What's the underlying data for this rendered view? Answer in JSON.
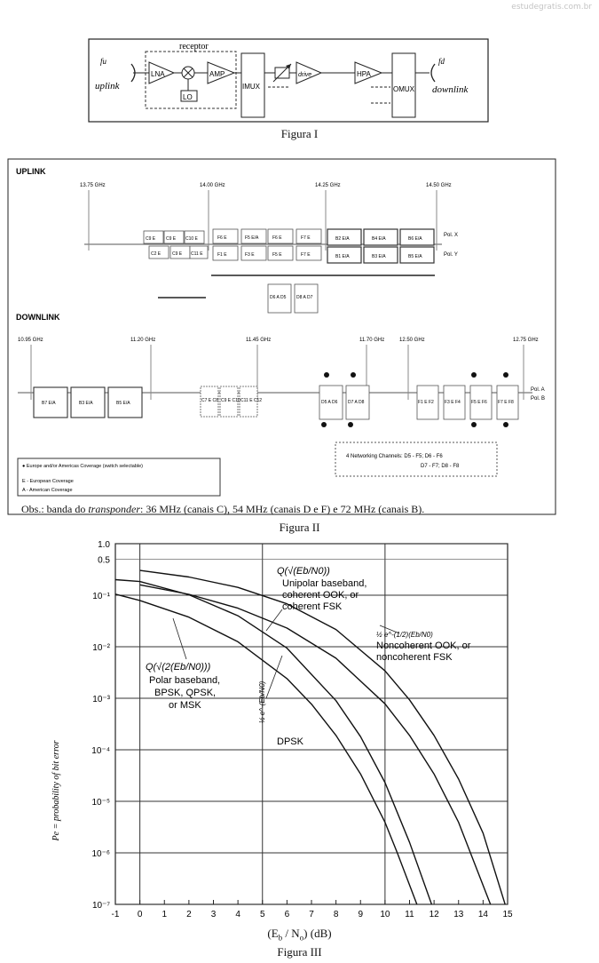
{
  "watermark": "estudegratis.com.br",
  "fig1": {
    "caption": "Figura I",
    "receptor_label": "receptor",
    "fu": "fu",
    "fd": "fd",
    "uplink": "uplink",
    "downlink": "downlink",
    "blocks": {
      "lna": "LNA",
      "amp": "AMP",
      "lo": "LO",
      "imux": "IMUX",
      "drive": "drive",
      "hpa": "HPA",
      "omux": "OMUX"
    }
  },
  "fig2": {
    "caption": "Figura II",
    "uplink_title": "UPLINK",
    "downlink_title": "DOWNLINK",
    "uplink_freqs": [
      "13.75 GHz",
      "14.00 GHz",
      "14.25 GHz",
      "14.50 GHz"
    ],
    "downlink_freqs": [
      "10.95 GHz",
      "11.20 GHz",
      "11.45 GHz",
      "11.70 GHz",
      "12.50 GHz",
      "12.75 GHz"
    ],
    "pol_x": "Pol. X",
    "pol_y": "Pol. Y",
    "pol_a": "Pol. A",
    "pol_b": "Pol. B",
    "legend": [
      "● Europe and/or Americas Coverage (switch selectable)",
      "E - European Coverage",
      "A - American Coverage"
    ],
    "networking": [
      "4 Networking Channels: D5 - F5; D6 - F6",
      "D7 - F7; D8 - F8"
    ],
    "obs_prefix": "Obs.: banda do ",
    "obs_italic": "transponder",
    "obs_suffix": ": 36 MHz (canais C), 54 MHz (canais D e F) e 72 MHz (canais B).",
    "channels": {
      "c_up_top": [
        "C9 E",
        "C9 E",
        "C10 E"
      ],
      "c_up_bot": [
        "C2 E",
        "C9 E",
        "C11 E"
      ],
      "f_top": [
        "F6 E",
        "F5 E/A",
        "F6 E",
        "F7 E"
      ],
      "f_bot": [
        "F1 E",
        "F3 E",
        "F5 E",
        "F7 E"
      ],
      "b_top": [
        "B2 E/A",
        "B4 E/A",
        "B6 E/A"
      ],
      "b_bot": [
        "B1 E/A",
        "B3 E/A",
        "B5 E/A"
      ],
      "d_mid": [
        "D6 A D5",
        "D8 A D7"
      ],
      "b_dn": [
        "B7 E/A",
        "B3 E/A",
        "B5 E/A"
      ],
      "c_dn": [
        "C7 E C8",
        "C9 E C10",
        "C11 E C12"
      ],
      "d_dn": [
        "D5 A D6",
        "D7 A D8"
      ],
      "f_dn": [
        "F1 E F2",
        "F3 E F4",
        "F5 E F6",
        "F7 E F8"
      ]
    }
  },
  "fig3": {
    "caption": "Figura III",
    "xlabel_pre": "(E",
    "xlabel_sub1": "b",
    "xlabel_mid": " / N",
    "xlabel_sub2": "o",
    "xlabel_post": ") (dB)",
    "ylabel": "Pe = probability of bit error",
    "x_ticks": [
      "-1",
      "0",
      "1",
      "2",
      "3",
      "4",
      "5",
      "6",
      "7",
      "8",
      "9",
      "10",
      "11",
      "12",
      "13",
      "14",
      "15"
    ],
    "y_ticks": [
      "1.0",
      "0.5",
      "10⁻¹",
      "10⁻²",
      "10⁻³",
      "10⁻⁴",
      "10⁻⁵",
      "10⁻⁶",
      "10⁻⁷"
    ],
    "labels": {
      "unipolar": [
        "Q(√(Eb/N0))",
        "Unipolar baseband,",
        "coherent OOK, or",
        "coherent FSK"
      ],
      "noncoherent": [
        "½ e^-(1/2)(Eb/N0)",
        "Noncoherent OOK, or",
        "noncoherent FSK"
      ],
      "polar": [
        "Q(√(2(Eb/N0)))",
        "Polar baseband,",
        "BPSK, QPSK,",
        "or MSK"
      ],
      "dpsk": [
        "½ e^-(Eb/N0)",
        "DPSK"
      ]
    },
    "chart_data": {
      "type": "line",
      "xlabel": "(Eb / N0) (dB)",
      "ylabel": "Pe = probability of bit error",
      "xlim": [
        -1,
        15
      ],
      "ylim": [
        1e-07,
        1
      ],
      "yscale": "log",
      "grid": true,
      "series": [
        {
          "name": "Polar baseband, BPSK, QPSK, or MSK",
          "x": [
            -1,
            0,
            2,
            4,
            6,
            7,
            8,
            9,
            10,
            10.5,
            11.3
          ],
          "y": [
            0.105,
            0.079,
            0.0375,
            0.0125,
            0.0024,
            0.00077,
            0.00019,
            3.4e-05,
            3.9e-06,
            1e-06,
            1e-07
          ]
        },
        {
          "name": "DPSK",
          "x": [
            -1,
            0,
            2,
            4,
            6,
            8,
            9,
            10,
            11,
            11.9
          ],
          "y": [
            0.2,
            0.184,
            0.102,
            0.04,
            0.0094,
            0.0009,
            0.00018,
            2.3e-05,
            1.6e-06,
            1e-07
          ]
        },
        {
          "name": "Unipolar baseband, coherent OOK, or coherent FSK",
          "x": [
            0,
            2,
            4,
            6,
            8,
            10,
            11,
            12,
            13,
            14.3
          ],
          "y": [
            0.159,
            0.104,
            0.056,
            0.023,
            0.006,
            0.00078,
            0.00019,
            3.4e-05,
            3.9e-06,
            1e-07
          ]
        },
        {
          "name": "Noncoherent OOK, or noncoherent FSK",
          "x": [
            0,
            2,
            4,
            6,
            8,
            10,
            11,
            12,
            13,
            14,
            14.9
          ],
          "y": [
            0.303,
            0.226,
            0.142,
            0.068,
            0.0216,
            0.0034,
            0.00093,
            0.00019,
            2.7e-05,
            2.4e-06,
            1e-07
          ]
        }
      ]
    }
  }
}
